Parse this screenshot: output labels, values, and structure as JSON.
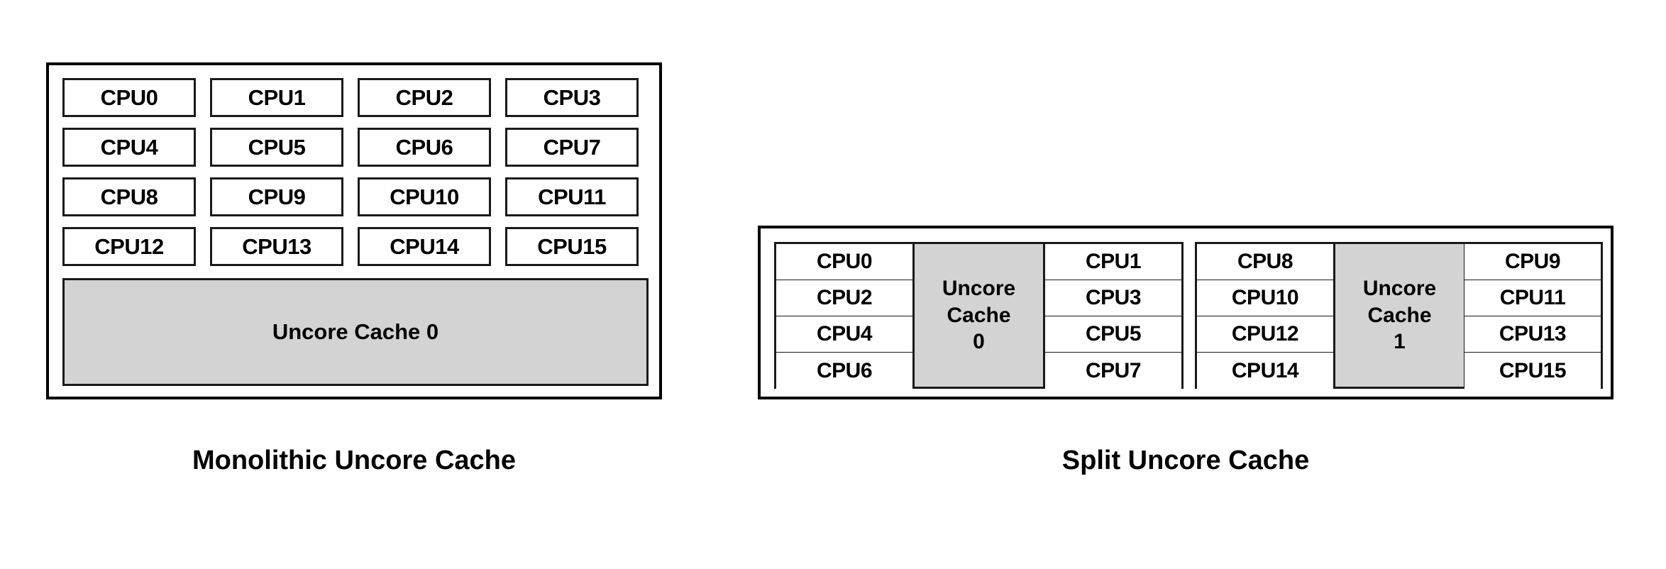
{
  "figure": {
    "title": "",
    "background_color": "#ffffff",
    "cache_fill_color": "#d3d3d3",
    "border_color": "#000000"
  },
  "monolithic": {
    "caption": "Monolithic Uncore Cache",
    "cpu_rows": [
      [
        "CPU0",
        "CPU1",
        "CPU2",
        "CPU3"
      ],
      [
        "CPU4",
        "CPU5",
        "CPU6",
        "CPU7"
      ],
      [
        "CPU8",
        "CPU9",
        "CPU10",
        "CPU11"
      ],
      [
        "CPU12",
        "CPU13",
        "CPU14",
        "CPU15"
      ]
    ],
    "cache_label": "Uncore Cache 0"
  },
  "split": {
    "caption": "Split Uncore Cache",
    "groups": [
      {
        "left_column": [
          "CPU0",
          "CPU2",
          "CPU4",
          "CPU6"
        ],
        "cache_line1": "Uncore",
        "cache_line2": "Cache",
        "cache_line3": "0",
        "right_column": [
          "CPU1",
          "CPU3",
          "CPU5",
          "CPU7"
        ]
      },
      {
        "left_column": [
          "CPU8",
          "CPU10",
          "CPU12",
          "CPU14"
        ],
        "cache_line1": "Uncore",
        "cache_line2": "Cache",
        "cache_line3": "1",
        "right_column": [
          "CPU9",
          "CPU11",
          "CPU13",
          "CPU15"
        ]
      }
    ]
  }
}
